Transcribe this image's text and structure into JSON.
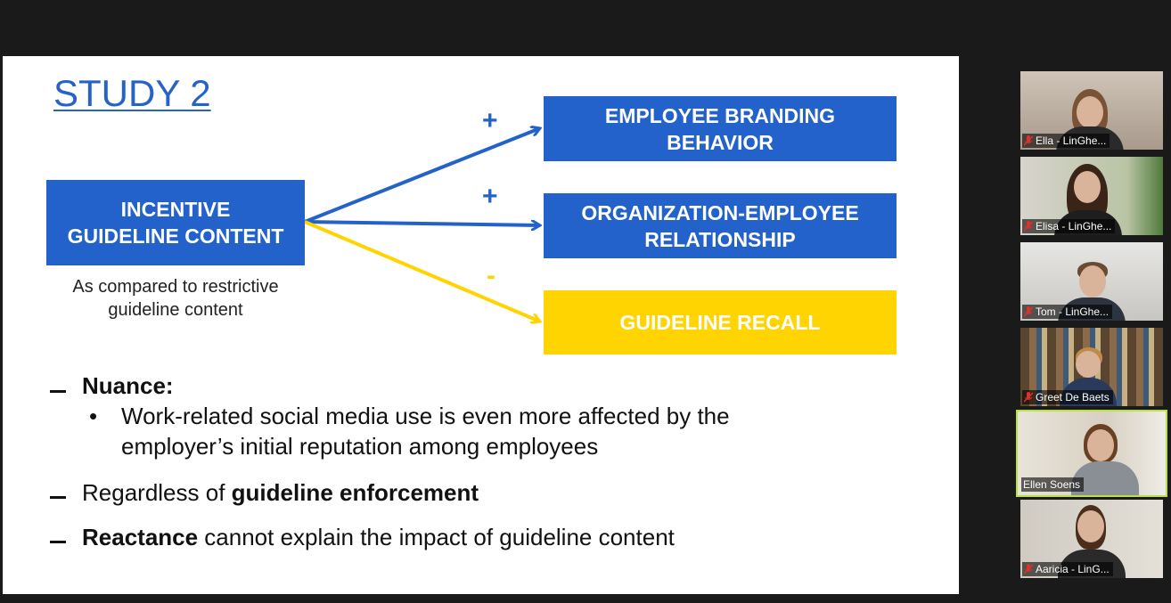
{
  "slide": {
    "title": "STUDY 2",
    "source_box": "INCENTIVE\nGUIDELINE CONTENT",
    "source_caption": "As compared to restrictive\nguideline content",
    "targets": [
      {
        "label": "EMPLOYEE BRANDING\nBEHAVIOR",
        "sign": "+",
        "color": "#2462cb"
      },
      {
        "label": "ORGANIZATION-EMPLOYEE\nRELATIONSHIP",
        "sign": "+",
        "color": "#2462cb"
      },
      {
        "label": "GUIDELINE RECALL",
        "sign": "-",
        "color": "#ffd400"
      }
    ],
    "bullets": {
      "b1_bold": "Nuance:",
      "b1_sub": "Work-related social media use is even more affected by the employer’s initial reputation among employees",
      "b1_sub_marker": "•",
      "b2_plain": "Regardless of ",
      "b2_bold": "guideline enforcement",
      "b3_bold": "Reactance",
      "b3_plain": " cannot explain the impact of guideline content"
    }
  },
  "participants": [
    {
      "name": "Ella - LinGhe...",
      "muted": true,
      "active": false,
      "mic_icon": "mic-muted-icon"
    },
    {
      "name": "Elisa - LinGhe...",
      "muted": true,
      "active": false,
      "mic_icon": "mic-muted-icon"
    },
    {
      "name": "Tom - LinGhe...",
      "muted": true,
      "active": false,
      "mic_icon": "mic-muted-icon"
    },
    {
      "name": "Greet De Baets",
      "muted": true,
      "active": false,
      "mic_icon": "mic-muted-icon"
    },
    {
      "name": "Ellen Soens",
      "muted": false,
      "active": true,
      "mic_icon": ""
    },
    {
      "name": "Aaricia - LinG...",
      "muted": true,
      "active": false,
      "mic_icon": "mic-muted-icon"
    }
  ],
  "colors": {
    "blue": "#2462cb",
    "yellow": "#ffd400",
    "active_border": "#b8e04a",
    "muted_icon": "#e0302a"
  }
}
